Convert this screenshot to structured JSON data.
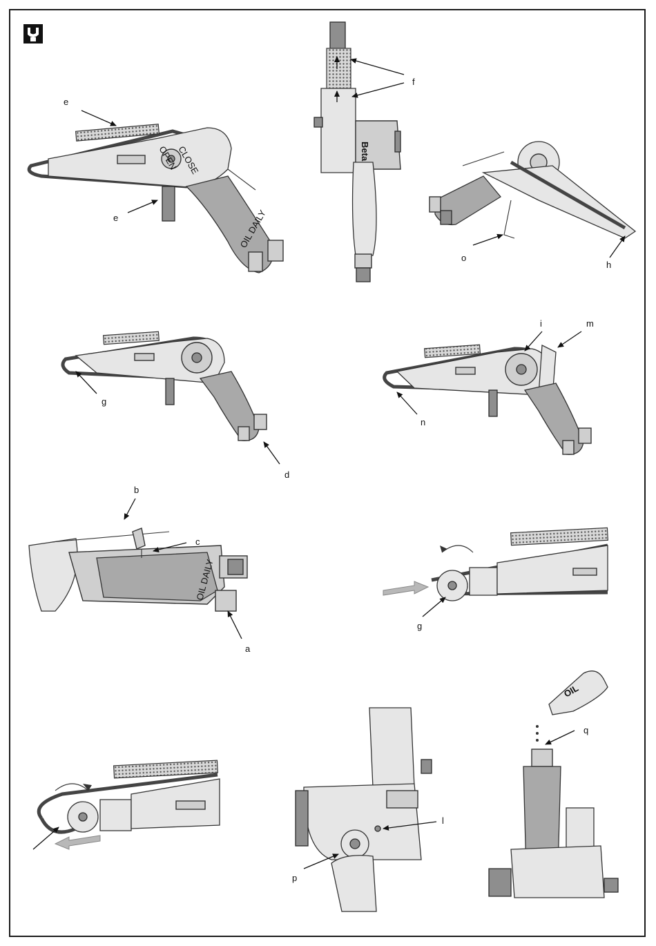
{
  "header": {
    "icon": "wrench-icon"
  },
  "labels": {
    "e1": "e",
    "e2": "e",
    "f": "f",
    "o": "o",
    "h": "h",
    "g1": "g",
    "d": "d",
    "i": "i",
    "m": "m",
    "n": "n",
    "b": "b",
    "c": "c",
    "a": "a",
    "g2": "g",
    "l": "l",
    "p": "p",
    "q": "q"
  },
  "tool_text": {
    "open": "OPEN",
    "close": "CLOSE",
    "brand": "Beta",
    "oil_daily": "OIL DAILY",
    "oil": "OIL"
  },
  "colors": {
    "border": "#1a1a1a",
    "tool_body": "#cfcfcf",
    "grip": "#a9a9a9",
    "guide_arrow": "#b8b8b8"
  }
}
